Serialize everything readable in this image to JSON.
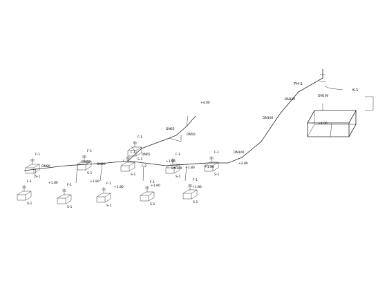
{
  "units": [
    {
      "code": "F-1",
      "label": "S-1"
    },
    {
      "code": "F-1",
      "label": "S-1"
    },
    {
      "code": "F-1",
      "label": "S-1"
    },
    {
      "code": "F-1",
      "label": "S-1"
    },
    {
      "code": "F-1",
      "label": "S-1"
    },
    {
      "code": "F-1",
      "label": "S-1"
    },
    {
      "code": "F-1",
      "label": "S-1"
    },
    {
      "code": "F-1",
      "label": "S-1"
    },
    {
      "code": "F-1",
      "label": "S-1"
    },
    {
      "code": "F-1",
      "label": "S-1"
    },
    {
      "code": "F-1",
      "label": "S-1"
    }
  ],
  "tank": {
    "code": "K-1",
    "tag": "FH-1"
  },
  "valve_tag": "F-2",
  "pipe_notes": [
    "DN80",
    "DN80",
    "DN80",
    "DN65",
    "DN65",
    "DN50",
    "DN100",
    "DN100",
    "DN100",
    "DN100",
    "DN100"
  ],
  "elevation_notes": [
    "+1.80",
    "+1.80",
    "+1.80",
    "+1.80",
    "+1.80",
    "+1.80",
    "+1.80",
    "+1.80",
    "+2.80",
    "+4.00",
    "+4.00"
  ]
}
